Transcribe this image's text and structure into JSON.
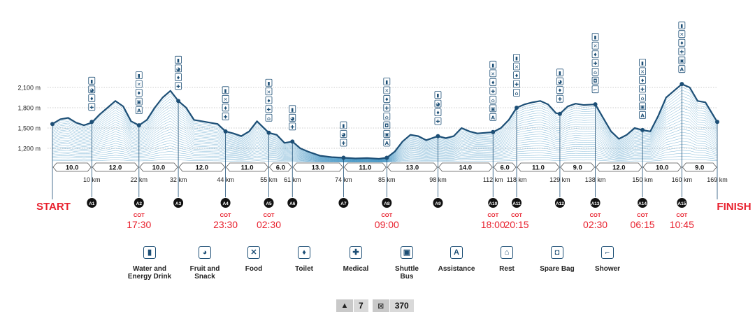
{
  "chart_data": {
    "type": "area",
    "xlabel": "",
    "ylabel": "",
    "x_unit": "km",
    "xlim": [
      0,
      169
    ],
    "ylim": [
      1000,
      2300
    ],
    "y_ticks": [
      1200,
      1500,
      1800,
      2100
    ],
    "y_tick_labels": [
      "1,200 m",
      "1,500 m",
      "1,800 m",
      "2,100 m"
    ],
    "profile": {
      "x": [
        0,
        2,
        4,
        6,
        8,
        10,
        12,
        14,
        16,
        18,
        20,
        22,
        24,
        26,
        28,
        30,
        32,
        34,
        36,
        38,
        40,
        42,
        44,
        46,
        48,
        50,
        52,
        55,
        57,
        59,
        61,
        63,
        65,
        68,
        71,
        74,
        77,
        80,
        83,
        85,
        87,
        89,
        91,
        93,
        95,
        98,
        100,
        102,
        104,
        106,
        108,
        110,
        112,
        114,
        116,
        118,
        120,
        122,
        124,
        126,
        128,
        129,
        131,
        133,
        135,
        138,
        140,
        142,
        144,
        146,
        148,
        150,
        152,
        154,
        156,
        158,
        160,
        162,
        164,
        166,
        169
      ],
      "y": [
        1560,
        1630,
        1650,
        1580,
        1540,
        1580,
        1700,
        1800,
        1900,
        1820,
        1600,
        1540,
        1620,
        1800,
        1950,
        2050,
        1900,
        1800,
        1620,
        1600,
        1580,
        1560,
        1450,
        1420,
        1380,
        1450,
        1600,
        1430,
        1400,
        1280,
        1300,
        1200,
        1150,
        1090,
        1070,
        1060,
        1050,
        1055,
        1045,
        1060,
        1150,
        1300,
        1400,
        1380,
        1320,
        1380,
        1350,
        1380,
        1500,
        1450,
        1420,
        1430,
        1440,
        1500,
        1620,
        1800,
        1850,
        1880,
        1900,
        1850,
        1720,
        1710,
        1820,
        1860,
        1840,
        1850,
        1650,
        1450,
        1340,
        1400,
        1500,
        1470,
        1450,
        1680,
        1950,
        2050,
        2150,
        2100,
        1900,
        1880,
        1590
      ]
    },
    "aid_stations": [
      {
        "name": "A1",
        "km": 10,
        "elev": 1590,
        "services": [
          "water",
          "fruit",
          "toilet",
          "medical"
        ]
      },
      {
        "name": "A2",
        "km": 22,
        "elev": 1540,
        "services": [
          "water",
          "food",
          "toilet",
          "shuttle",
          "assistance"
        ]
      },
      {
        "name": "A3",
        "km": 32,
        "elev": 1900,
        "services": [
          "water",
          "fruit",
          "toilet",
          "medical"
        ]
      },
      {
        "name": "A4",
        "km": 44,
        "elev": 1450,
        "services": [
          "water",
          "food",
          "toilet",
          "medical"
        ]
      },
      {
        "name": "A5",
        "km": 55,
        "elev": 1430,
        "services": [
          "water",
          "food",
          "toilet",
          "medical",
          "rest"
        ]
      },
      {
        "name": "A6",
        "km": 61,
        "elev": 1300,
        "services": [
          "water",
          "fruit",
          "medical"
        ]
      },
      {
        "name": "A7",
        "km": 74,
        "elev": 1060,
        "services": [
          "water",
          "fruit",
          "medical"
        ]
      },
      {
        "name": "A8",
        "km": 85,
        "elev": 1060,
        "services": [
          "water",
          "food",
          "toilet",
          "medical",
          "rest",
          "spare-bag",
          "shuttle",
          "assistance"
        ]
      },
      {
        "name": "A9",
        "km": 98,
        "elev": 1380,
        "services": [
          "water",
          "fruit",
          "toilet",
          "medical"
        ]
      },
      {
        "name": "A10",
        "km": 112,
        "elev": 1440,
        "services": [
          "water",
          "food",
          "toilet",
          "medical",
          "rest",
          "shuttle",
          "assistance"
        ]
      },
      {
        "name": "A11",
        "km": 118,
        "elev": 1800,
        "services": [
          "water",
          "food",
          "toilet",
          "medical",
          "rest"
        ]
      },
      {
        "name": "A12",
        "km": 129,
        "elev": 1710,
        "services": [
          "water",
          "fruit",
          "toilet",
          "medical"
        ]
      },
      {
        "name": "A13",
        "km": 138,
        "elev": 1850,
        "services": [
          "water",
          "food",
          "toilet",
          "medical",
          "rest",
          "spare-bag",
          "shower"
        ]
      },
      {
        "name": "A14",
        "km": 150,
        "elev": 1470,
        "services": [
          "water",
          "food",
          "toilet",
          "medical",
          "rest",
          "shuttle",
          "assistance"
        ]
      },
      {
        "name": "A15",
        "km": 160,
        "elev": 2150,
        "services": [
          "water",
          "food",
          "toilet",
          "medical",
          "shuttle",
          "assistance"
        ]
      }
    ],
    "segments": [
      {
        "from": 0,
        "to": 10,
        "label": "10.0"
      },
      {
        "from": 10,
        "to": 22,
        "label": "12.0"
      },
      {
        "from": 22,
        "to": 32,
        "label": "10.0"
      },
      {
        "from": 32,
        "to": 44,
        "label": "12.0"
      },
      {
        "from": 44,
        "to": 55,
        "label": "11.0"
      },
      {
        "from": 55,
        "to": 61,
        "label": "6.0"
      },
      {
        "from": 61,
        "to": 74,
        "label": "13.0"
      },
      {
        "from": 74,
        "to": 85,
        "label": "11.0"
      },
      {
        "from": 85,
        "to": 98,
        "label": "13.0"
      },
      {
        "from": 98,
        "to": 112,
        "label": "14.0"
      },
      {
        "from": 112,
        "to": 118,
        "label": "6.0"
      },
      {
        "from": 118,
        "to": 129,
        "label": "11.0"
      },
      {
        "from": 129,
        "to": 138,
        "label": "9.0"
      },
      {
        "from": 138,
        "to": 150,
        "label": "12.0"
      },
      {
        "from": 150,
        "to": 160,
        "label": "10.0"
      },
      {
        "from": 160,
        "to": 169,
        "label": "9.0"
      }
    ],
    "km_labels": [
      {
        "km": 10,
        "label": "10 km"
      },
      {
        "km": 22,
        "label": "22 km"
      },
      {
        "km": 32,
        "label": "32 km"
      },
      {
        "km": 44,
        "label": "44 km"
      },
      {
        "km": 55,
        "label": "55 km"
      },
      {
        "km": 61,
        "label": "61 km"
      },
      {
        "km": 74,
        "label": "74 km"
      },
      {
        "km": 85,
        "label": "85 km"
      },
      {
        "km": 98,
        "label": "98 km"
      },
      {
        "km": 112,
        "label": "112 km"
      },
      {
        "km": 118,
        "label": "118 km"
      },
      {
        "km": 129,
        "label": "129 km"
      },
      {
        "km": 138,
        "label": "138 km"
      },
      {
        "km": 150,
        "label": "150 km"
      },
      {
        "km": 160,
        "label": "160 km"
      },
      {
        "km": 169,
        "label": "169 km"
      }
    ],
    "start_label": "START",
    "finish_label": "FINISH",
    "cutoffs": [
      {
        "station": "A2",
        "km": 22,
        "label": "COT",
        "time": "17:30"
      },
      {
        "station": "A4",
        "km": 44,
        "label": "COT",
        "time": "23:30"
      },
      {
        "station": "A5",
        "km": 55,
        "label": "COT",
        "time": "02:30"
      },
      {
        "station": "A8",
        "km": 85,
        "label": "COT",
        "time": "09:00"
      },
      {
        "station": "A10",
        "km": 112,
        "label": "COT",
        "time": "18:00"
      },
      {
        "station": "A11",
        "km": 118,
        "label": "COT",
        "time": "20:15"
      },
      {
        "station": "A13",
        "km": 138,
        "label": "COT",
        "time": "02:30"
      },
      {
        "station": "A14",
        "km": 150,
        "label": "COT",
        "time": "06:15"
      },
      {
        "station": "A15",
        "km": 160,
        "label": "COT",
        "time": "10:45"
      }
    ],
    "colors": {
      "line": "#1d4f76",
      "hatch": "#3a8fc0",
      "accent": "#e8212e",
      "marker": "#111111"
    }
  },
  "legend": [
    {
      "key": "water",
      "label": "Water and\nEnergy Drink",
      "glyph": "▮",
      "icon": "cup-icon"
    },
    {
      "key": "fruit",
      "label": "Fruit and\nSnack",
      "glyph": "◕",
      "icon": "fruit-icon"
    },
    {
      "key": "food",
      "label": "Food",
      "glyph": "✕",
      "icon": "cutlery-icon"
    },
    {
      "key": "toilet",
      "label": "Toilet",
      "glyph": "♦",
      "icon": "toilet-icon"
    },
    {
      "key": "medical",
      "label": "Medical",
      "glyph": "✚",
      "icon": "ambulance-icon"
    },
    {
      "key": "shuttle",
      "label": "Shuttle\nBus",
      "glyph": "▣",
      "icon": "bus-icon"
    },
    {
      "key": "assistance",
      "label": "Assistance",
      "glyph": "A",
      "icon": "assistance-icon"
    },
    {
      "key": "rest",
      "label": "Rest",
      "glyph": "⌂",
      "icon": "bed-icon"
    },
    {
      "key": "spare-bag",
      "label": "Spare Bag",
      "glyph": "◘",
      "icon": "bag-icon"
    },
    {
      "key": "shower",
      "label": "Shower",
      "glyph": "⌐",
      "icon": "shower-icon"
    }
  ],
  "stats": [
    {
      "icon": "mountain-icon",
      "glyph": "▲",
      "value": "7"
    },
    {
      "icon": "photo-icon",
      "glyph": "⊠",
      "value": "370"
    }
  ]
}
